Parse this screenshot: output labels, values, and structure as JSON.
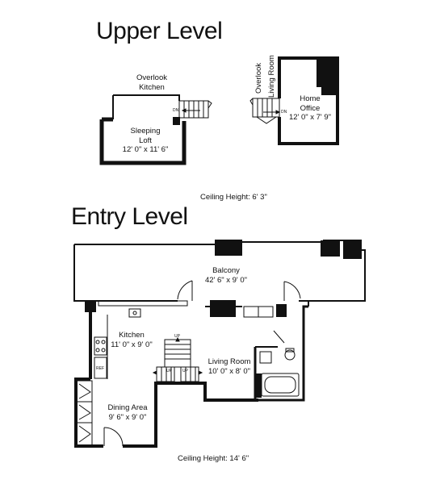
{
  "upper_level": {
    "title": "Upper Level",
    "overlook_kitchen": [
      "Overlook",
      "Kitchen"
    ],
    "overlook_living_room": [
      "Overlook",
      "Living Room"
    ],
    "sleeping_loft": {
      "name": [
        "Sleeping",
        "Loft"
      ],
      "dimensions": "12' 0\" x 11' 6\""
    },
    "home_office": {
      "name": [
        "Home",
        "Office"
      ],
      "dimensions": "12' 0\" x 7' 9\""
    },
    "stair_marks": [
      "DN",
      "DN"
    ],
    "ceiling_height": "Ceiling Height: 6' 3\""
  },
  "entry_level": {
    "title": "Entry Level",
    "balcony": {
      "name": "Balcony",
      "dimensions": "42' 6\" x 9' 0\""
    },
    "kitchen": {
      "name": "Kitchen",
      "dimensions": "11' 0\" x 9' 0\""
    },
    "living_room": {
      "name": "Living Room",
      "dimensions": "10' 0\" x 8' 0\""
    },
    "dining_area": {
      "name": "Dining Area",
      "dimensions": "9' 6\" x 9' 0\""
    },
    "fixture_labels": {
      "refrigerator": "REF",
      "stair_up": [
        "UP",
        "UP",
        "UP"
      ]
    },
    "ceiling_height": "Ceiling Height: 14' 6\""
  }
}
